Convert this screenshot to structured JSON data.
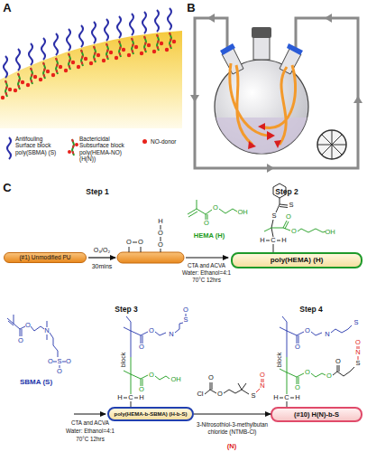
{
  "diagram": {
    "nodes": [
      {
        "text": [
          "(#1) Unmodified PU"
        ]
      },
      {
        "text": [
          "poly(HEMA) (H)"
        ]
      },
      {
        "text": [
          "poly(HEMA-b-SBMA) (H-b-S)"
        ]
      },
      {
        "text": [
          "(#10) H(N)-b-S"
        ]
      }
    ],
    "edges": [
      {
        "from": 2,
        "to": 3,
        "arrow": "to",
        "label": "3-Nitrosothiol-3-methylbutan chloride (NTMB-Cl)"
      }
    ],
    "labels": [
      "A",
      "B",
      "C",
      "Step 1",
      "Step 2",
      "Step 3",
      "Step 4",
      "O₃/O₂",
      "30mins",
      "O",
      "O",
      "O",
      "O",
      "H",
      "HEMA (H)",
      "O",
      "O",
      "OH",
      "CTA and ACVA",
      "Water: Ethanol=4:1",
      "70°C 12hrs",
      "S",
      "S",
      "O",
      "O",
      "OH",
      "H",
      "C",
      "H",
      "O",
      "O",
      "N",
      "S",
      "O",
      "O",
      "O",
      "SBMA (S)",
      "CTA and ACVA",
      "Water: Ethanol=4:1",
      "70°C 12hrs",
      "O",
      "O",
      "N",
      "S",
      "O",
      "block",
      "O",
      "O",
      "OH",
      "H",
      "C",
      "H",
      "Cl",
      "O",
      "O",
      "S",
      "N",
      "O",
      "(N)",
      "O",
      "O",
      "N",
      "S",
      "block",
      "O",
      "O",
      "O",
      "O",
      "S",
      "N",
      "O",
      "H",
      "C",
      "H"
    ],
    "legend": [
      {
        "text": "Antifouling Surface block poly(SBMA) (S)"
      },
      {
        "text": "Bactericidal Subsurface block poly(HEMA-NO) (H(N))"
      },
      {
        "text": "NO-donor",
        "color": "#e8221b"
      }
    ]
  }
}
